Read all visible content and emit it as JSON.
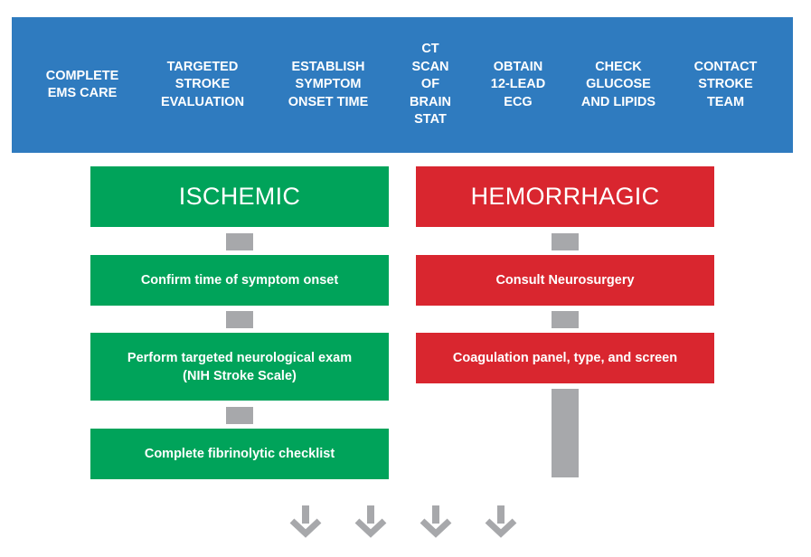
{
  "header": {
    "steps": [
      "COMPLETE\nEMS CARE",
      "TARGETED\nSTROKE\nEVALUATION",
      "ESTABLISH\nSYMPTOM\nONSET TIME",
      "CT\nSCAN\nOF\nBRAIN\nSTAT",
      "OBTAIN\n12-LEAD\nECG",
      "CHECK\nGLUCOSE\nAND LIPIDS",
      "CONTACT\nSTROKE\nTEAM"
    ]
  },
  "ischemic": {
    "title": "ISCHEMIC",
    "items": [
      "Confirm time of symptom onset",
      "Perform targeted neurological exam\n(NIH Stroke Scale)",
      "Complete fibrinolytic checklist"
    ]
  },
  "hemorrhagic": {
    "title": "HEMORRHAGIC",
    "items": [
      "Consult Neurosurgery",
      "Coagulation panel, type, and screen"
    ]
  },
  "colors": {
    "header_blue": "#2f7bbf",
    "ischemic_green": "#00a35a",
    "hemorrhagic_red": "#d9262f",
    "connector_gray": "#a7a8ab"
  },
  "icons": [
    "arrow-down-icon",
    "arrow-down-icon",
    "arrow-down-icon",
    "arrow-down-icon"
  ]
}
